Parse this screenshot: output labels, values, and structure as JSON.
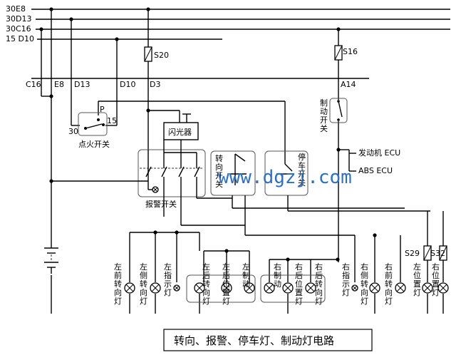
{
  "buses": [
    {
      "id": "30E8",
      "label": "30E8"
    },
    {
      "id": "30D13",
      "label": "30D13"
    },
    {
      "id": "30C16",
      "label": "30C16"
    },
    {
      "id": "15D10",
      "label": "15 D10"
    }
  ],
  "fuses": {
    "s20": "S20",
    "s16": "S16",
    "s29": "S29",
    "s32": "S32"
  },
  "connectors": {
    "c16": "C16",
    "e8": "E8",
    "d13": "D13",
    "d10": "D10",
    "d3": "D3",
    "a14": "A14"
  },
  "ignition": {
    "label": "点火开关",
    "p": "P",
    "t30": "30",
    "t15": "15"
  },
  "flasher": {
    "label": "闪光器"
  },
  "hazard": {
    "label": "报警开关"
  },
  "turn_switch": {
    "label": "转向开关"
  },
  "park_switch": {
    "label": "停车开关"
  },
  "brake_switch": {
    "label": "制动开关"
  },
  "ecus": {
    "engine": "发动机 ECU",
    "abs": "ABS ECU"
  },
  "lamps": [
    {
      "id": "l1",
      "label": "左前转向灯"
    },
    {
      "id": "l2",
      "label": "左侧转向灯"
    },
    {
      "id": "l3",
      "label": "左指示灯"
    },
    {
      "id": "l4",
      "label": "左后转向灯"
    },
    {
      "id": "l5",
      "label": "左后位置灯"
    },
    {
      "id": "l6",
      "label": "左制动"
    },
    {
      "id": "l7",
      "label": "右制动"
    },
    {
      "id": "l8",
      "label": "右后位置灯"
    },
    {
      "id": "l9",
      "label": "右后转向灯"
    },
    {
      "id": "l10",
      "label": "右指示灯"
    },
    {
      "id": "l11",
      "label": "右侧转向灯"
    },
    {
      "id": "l12",
      "label": "右前转向灯"
    },
    {
      "id": "l13",
      "label": "左位置灯"
    },
    {
      "id": "l14",
      "label": "右位置灯"
    }
  ],
  "watermark": "www.dgzj.com",
  "caption": "转向、报警、停车灯、制动灯电路"
}
